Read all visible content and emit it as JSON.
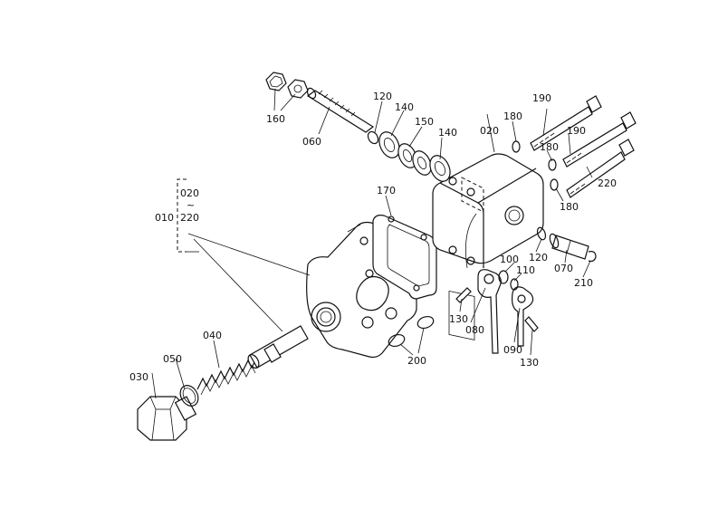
{
  "labels": {
    "p010": "010",
    "p020_top": "020",
    "p220_bracket": "220",
    "p020_bracket": "020",
    "p030": "030",
    "p040": "040",
    "p050": "050",
    "p060": "060",
    "p070": "070",
    "p080": "080",
    "p090": "090",
    "p100": "100",
    "p110": "110",
    "p120_top": "120",
    "p120_right": "120",
    "p130_left": "130",
    "p130_right": "130",
    "p140_a": "140",
    "p140_b": "140",
    "p150": "150",
    "p160": "160",
    "p170": "170",
    "p180_a": "180",
    "p180_b": "180",
    "p180_c": "180",
    "p190_a": "190",
    "p190_b": "190",
    "p200": "200",
    "p210": "210",
    "p220_right": "220"
  }
}
